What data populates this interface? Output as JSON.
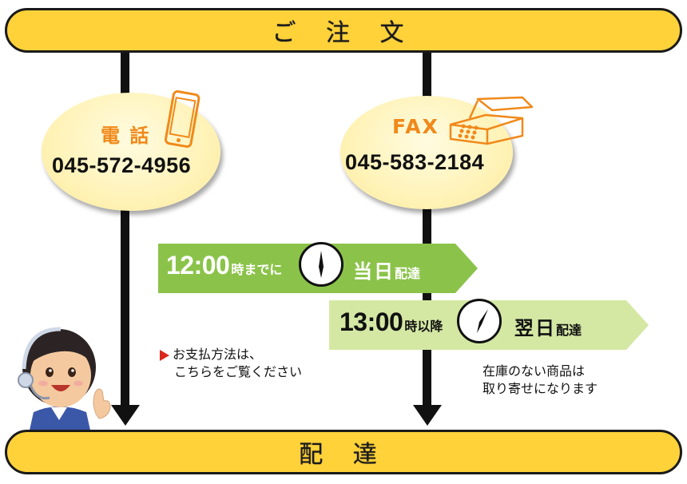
{
  "header": {
    "label": "ご 注 文"
  },
  "footer": {
    "label": "配 達"
  },
  "phone": {
    "label": "電 話",
    "number": "045-572-4956",
    "icon": "smartphone-icon"
  },
  "fax": {
    "label": "FAX",
    "number": "045-583-2184",
    "icon": "fax-machine-icon"
  },
  "band_before": {
    "time": "12:00",
    "suffix": "時までに",
    "result_main": "当日",
    "result_suffix": "配達",
    "color": "#8bc34a",
    "icon": "clock-icon"
  },
  "band_after": {
    "time": "13:00",
    "suffix": "時以降",
    "result_main": "翌日",
    "result_suffix": "配達",
    "color": "#d4e8a4",
    "icon": "clock-icon"
  },
  "payment_note": {
    "line1": "お支払方法は、",
    "line2": "こちらをご覧ください"
  },
  "stock_note": {
    "line1": "在庫のない商品は",
    "line2": "取り寄せになります"
  },
  "colors": {
    "pill": "#ffd23a",
    "label_orange": "#f0891a",
    "arrow": "#111111",
    "note_marker": "#d9281a"
  }
}
